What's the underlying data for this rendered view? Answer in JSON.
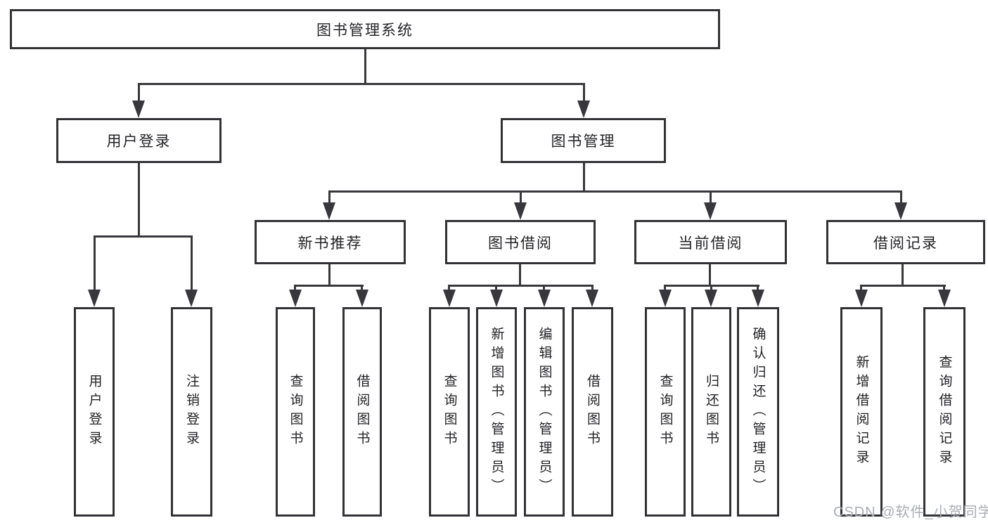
{
  "nodes": {
    "root": "图书管理系统",
    "user_login": "用户登录",
    "book_management": "图书管理",
    "login_children": [
      "用户登录",
      "注销登录"
    ],
    "management_children": [
      "新书推荐",
      "图书借阅",
      "当前借阅",
      "借阅记录"
    ],
    "new_book_children": [
      "查询图书",
      "借阅图书"
    ],
    "borrow_children": [
      "查询图书",
      "新增图书（管理员）",
      "编辑图书（管理员）",
      "借阅图书"
    ],
    "current_children": [
      "查询图书",
      "归还图书",
      "确认归还（管理员）"
    ],
    "record_children": [
      "新增借阅记录",
      "查询借阅记录"
    ]
  },
  "watermark": "CSDN @软件_小贺同学"
}
